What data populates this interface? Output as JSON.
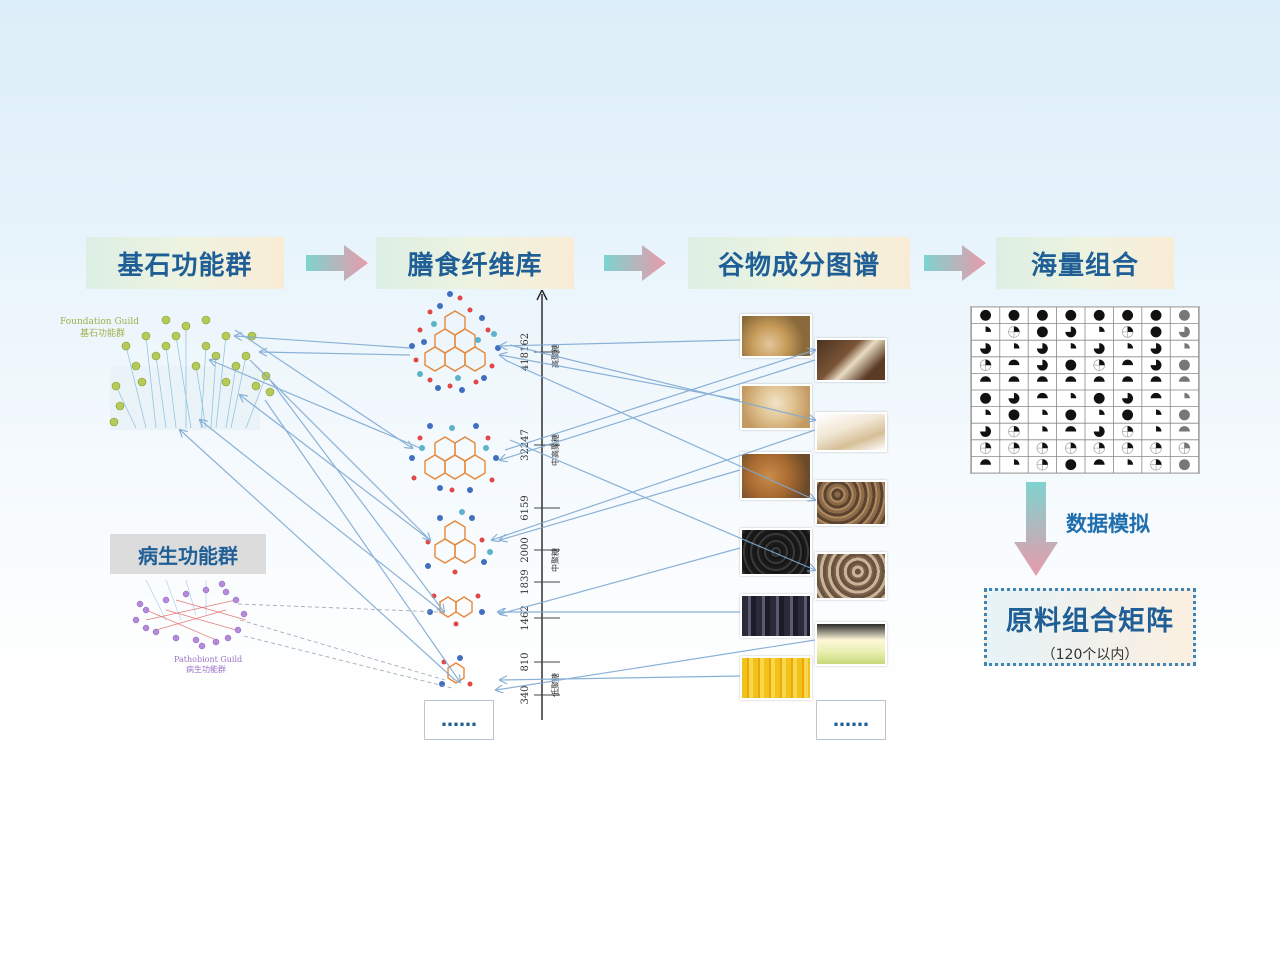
{
  "steps": [
    {
      "label": "基石功能群"
    },
    {
      "label": "膳食纤维库"
    },
    {
      "label": "谷物成分图谱"
    },
    {
      "label": "海量组合"
    }
  ],
  "network": {
    "foundation_title": "Foundation Guild",
    "foundation_subtitle": "基石功能群",
    "pathobiont_label": "病生功能群",
    "pathobiont_title": "Pathobiont Guild",
    "pathobiont_subtitle": "病生功能群"
  },
  "fiber_axis": {
    "ticks": [
      "418162",
      "32247",
      "6159",
      "2000",
      "1839",
      "1462",
      "810",
      "340"
    ],
    "groups": [
      "高聚糖",
      "中高聚糖",
      "中聚糖",
      "低聚糖"
    ]
  },
  "ellipsis": "……",
  "simulation_label": "数据模拟",
  "result": {
    "title": "原料组合矩阵",
    "subtitle": "（120个以内）"
  },
  "colors": {
    "title_blue": "#1f5f96",
    "arrow_pink": "#e89aaa",
    "arrow_teal": "#7fd3cf",
    "connector_blue": "#7fa9d3"
  }
}
